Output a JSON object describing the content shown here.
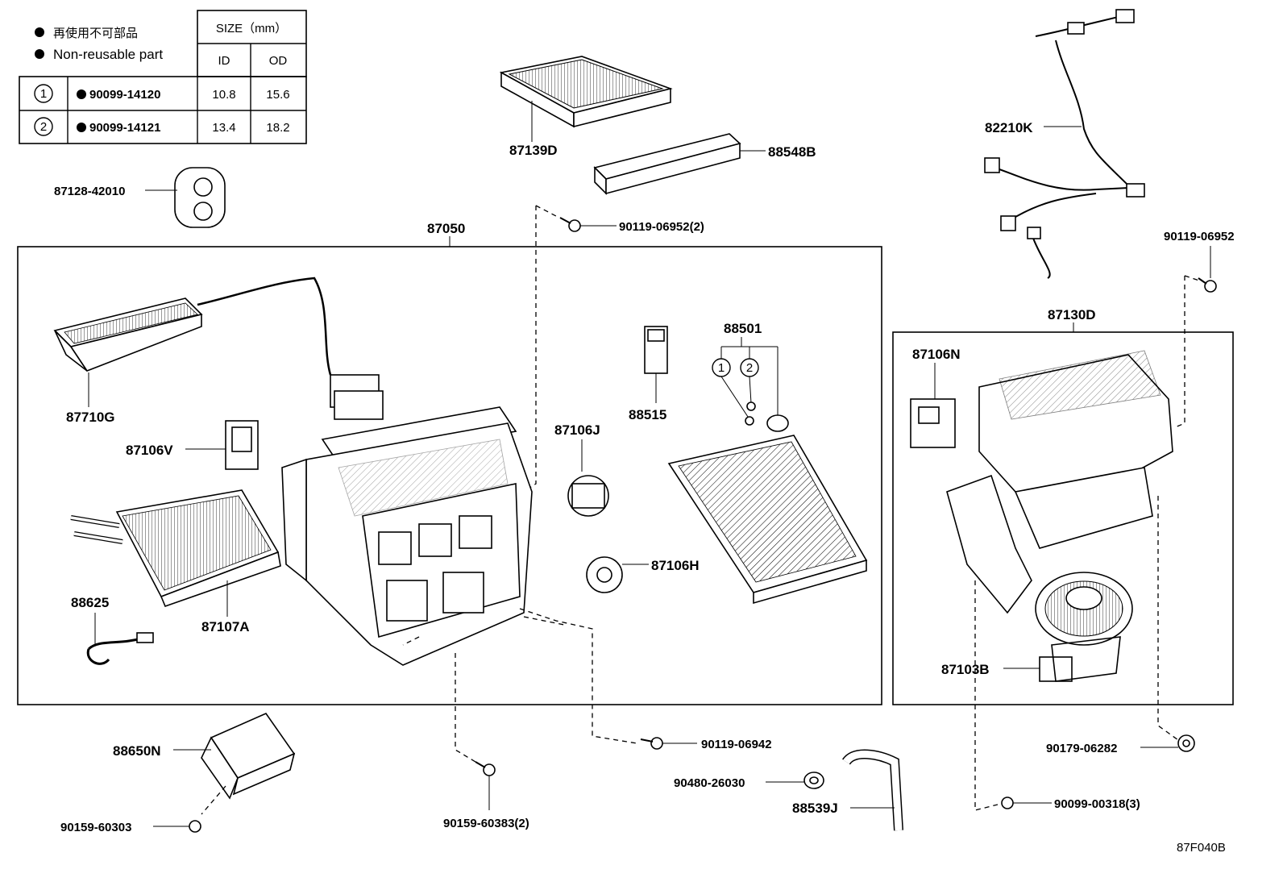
{
  "legend": {
    "line1": "再使用不可部品",
    "line2": "Non-reusable part",
    "size_header": "SIZE（mm）",
    "col_id": "ID",
    "col_od": "OD",
    "rows": [
      {
        "num": "1",
        "part": "90099-14120",
        "id": "10.8",
        "od": "15.6"
      },
      {
        "num": "2",
        "part": "90099-14121",
        "id": "13.4",
        "od": "18.2"
      }
    ]
  },
  "labels": {
    "p87128": "87128-42010",
    "p87139D": "87139D",
    "p88548B": "88548B",
    "p82210K": "82210K",
    "p90119_06952_2": "90119-06952(2)",
    "p87050": "87050",
    "p90119_06952": "90119-06952",
    "p87130D": "87130D",
    "p87710G": "87710G",
    "p87106V": "87106V",
    "p88625": "88625",
    "p87107A": "87107A",
    "p88515": "88515",
    "p88501": "88501",
    "c1": "1",
    "c2": "2",
    "p87106J": "87106J",
    "p87106H": "87106H",
    "p87106N": "87106N",
    "p87103B": "87103B",
    "p88650N": "88650N",
    "p90159_60303": "90159-60303",
    "p90159_60383_2": "90159-60383(2)",
    "p90119_06942": "90119-06942",
    "p90480_26030": "90480-26030",
    "p88539J": "88539J",
    "p90179_06282": "90179-06282",
    "p90099_00318_3": "90099-00318(3)",
    "figure_code": "87F040B"
  }
}
